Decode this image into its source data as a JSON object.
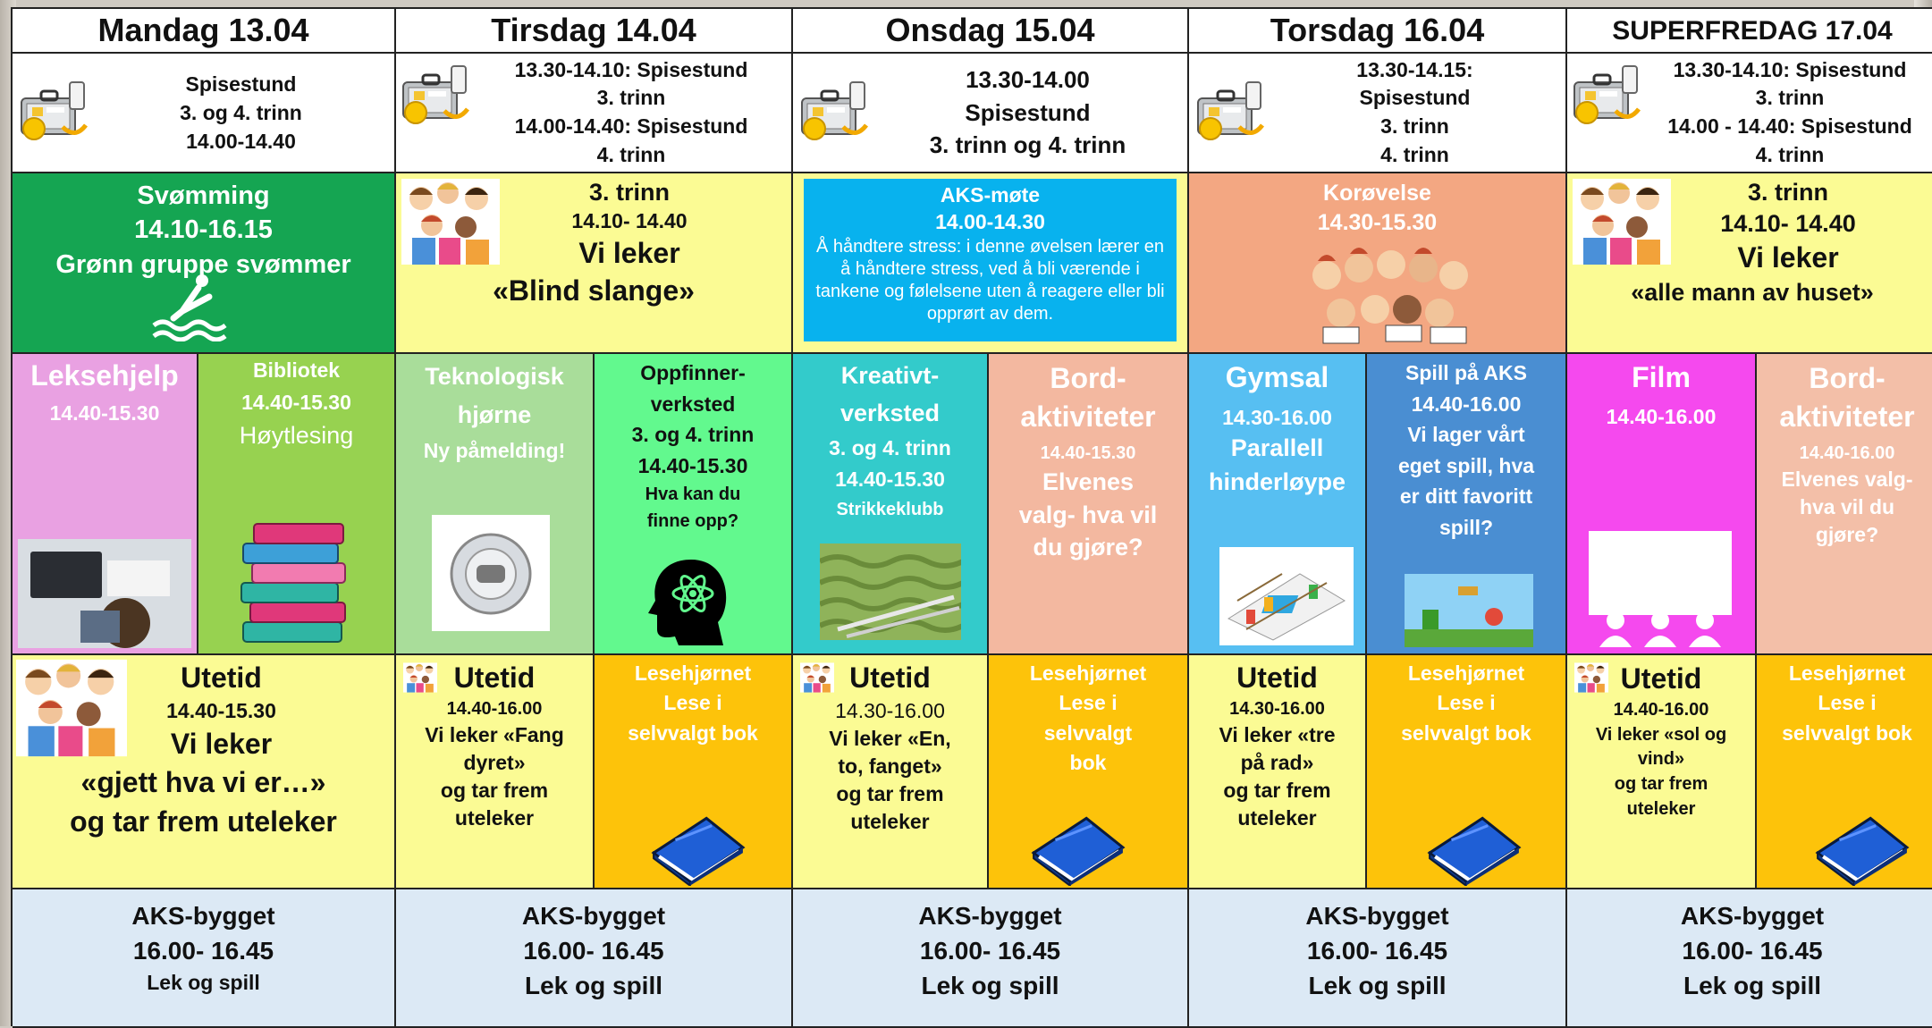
{
  "days": [
    "Mandag 13.04",
    "Tirsdag 14.04",
    "Onsdag 15.04",
    "Torsdag 16.04",
    "SUPERFREDAG 17.04"
  ],
  "lunch": [
    [
      "Spisestund",
      "3. og 4. trinn",
      "14.00-14.40"
    ],
    [
      "13.30-14.10: Spisestund",
      "3. trinn",
      "14.00-14.40: Spisestund",
      "4. trinn"
    ],
    [
      "13.30-14.00",
      "Spisestund",
      "3. trinn og 4. trinn"
    ],
    [
      "13.30-14.15:",
      "Spisestund",
      "3. trinn",
      "4. trinn"
    ],
    [
      "13.30-14.10: Spisestund",
      "3. trinn",
      "14.00 - 14.40:  Spisestund",
      "4. trinn"
    ]
  ],
  "row2": {
    "mon": [
      "Svømming",
      "14.10-16.15",
      "Grønn gruppe svømmer"
    ],
    "tue": [
      "3. trinn",
      "14.10- 14.40",
      "Vi leker",
      "«Blind slange»"
    ],
    "wed": [
      "AKS-møte",
      "14.00-14.30",
      "Å håndtere stress: i denne øvelsen lærer en å håndtere stress, ved å bli værende i tankene og følelsene uten å reagere eller bli opprørt av dem."
    ],
    "thu": [
      "Korøvelse",
      "14.30-15.30"
    ],
    "fri": [
      "3. trinn",
      "14.10- 14.40",
      "Vi leker",
      "«alle mann av huset»"
    ]
  },
  "row3": [
    [
      "Leksehjelp",
      "14.40-15.30"
    ],
    [
      "Bibliotek",
      "14.40-15.30",
      "Høytlesing"
    ],
    [
      "Teknologisk",
      "hjørne",
      "Ny påmelding!"
    ],
    [
      "Oppfinner-",
      "verksted",
      "3. og 4. trinn",
      "14.40-15.30",
      "Hva kan du",
      "finne opp?"
    ],
    [
      "Kreativt-",
      "verksted",
      "3. og 4. trinn",
      "14.40-15.30",
      "Strikkeklubb"
    ],
    [
      "Bord-",
      "aktiviteter",
      "14.40-15.30",
      "Elvenes",
      "valg- hva vil",
      "du gjøre?"
    ],
    [
      "Gymsal",
      "14.30-16.00",
      "Parallell",
      "hinderløype"
    ],
    [
      "Spill på AKS",
      "14.40-16.00",
      "Vi lager vårt",
      "eget spill, hva",
      "er ditt favoritt",
      "spill?"
    ],
    [
      "Film",
      "14.40-16.00"
    ],
    [
      "Bord-",
      "aktiviteter",
      "14.40-16.00",
      "Elvenes valg-",
      "hva vil du",
      "gjøre?"
    ]
  ],
  "row4": {
    "mon": [
      "Utetid",
      "14.40-15.30",
      "Vi leker",
      "«gjett hva vi er…»",
      "og tar frem uteleker"
    ],
    "tue": [
      "Utetid",
      "14.40-16.00",
      "Vi leker «Fang",
      "dyret»",
      "og tar frem",
      "uteleker"
    ],
    "tue_read": [
      "Lesehjørnet",
      "Lese i",
      "selvvalgt bok"
    ],
    "wed": [
      "Utetid",
      "14.30-16.00",
      "Vi leker «En,",
      "to, fanget»",
      "og tar frem",
      "uteleker"
    ],
    "wed_read": [
      "Lesehjørnet",
      "Lese i",
      "selvvalgt",
      "bok"
    ],
    "thu": [
      "Utetid",
      "14.30-16.00",
      "Vi leker «tre",
      "på rad»",
      "og tar frem",
      "uteleker"
    ],
    "thu_read": [
      "Lesehjørnet",
      "Lese i",
      "selvvalgt bok"
    ],
    "fri": [
      "Utetid",
      "14.40-16.00",
      "Vi leker «sol og",
      "vind»",
      "og tar frem",
      "uteleker"
    ],
    "fri_read": [
      "Lesehjørnet",
      "Lese i",
      "selvvalgt bok"
    ]
  },
  "footer": [
    "AKS-bygget",
    "16.00- 16.45",
    "Lek og spill"
  ],
  "icons": [
    "lunchbox-icon",
    "swimmer-icon",
    "kids-icon",
    "choir-icon",
    "laptop-photo",
    "books-icon",
    "robot-ball-photo",
    "head-atom-icon",
    "knitting-photo",
    "gym-course-icon",
    "game-screen-photo",
    "cinema-icon",
    "book-icon"
  ]
}
